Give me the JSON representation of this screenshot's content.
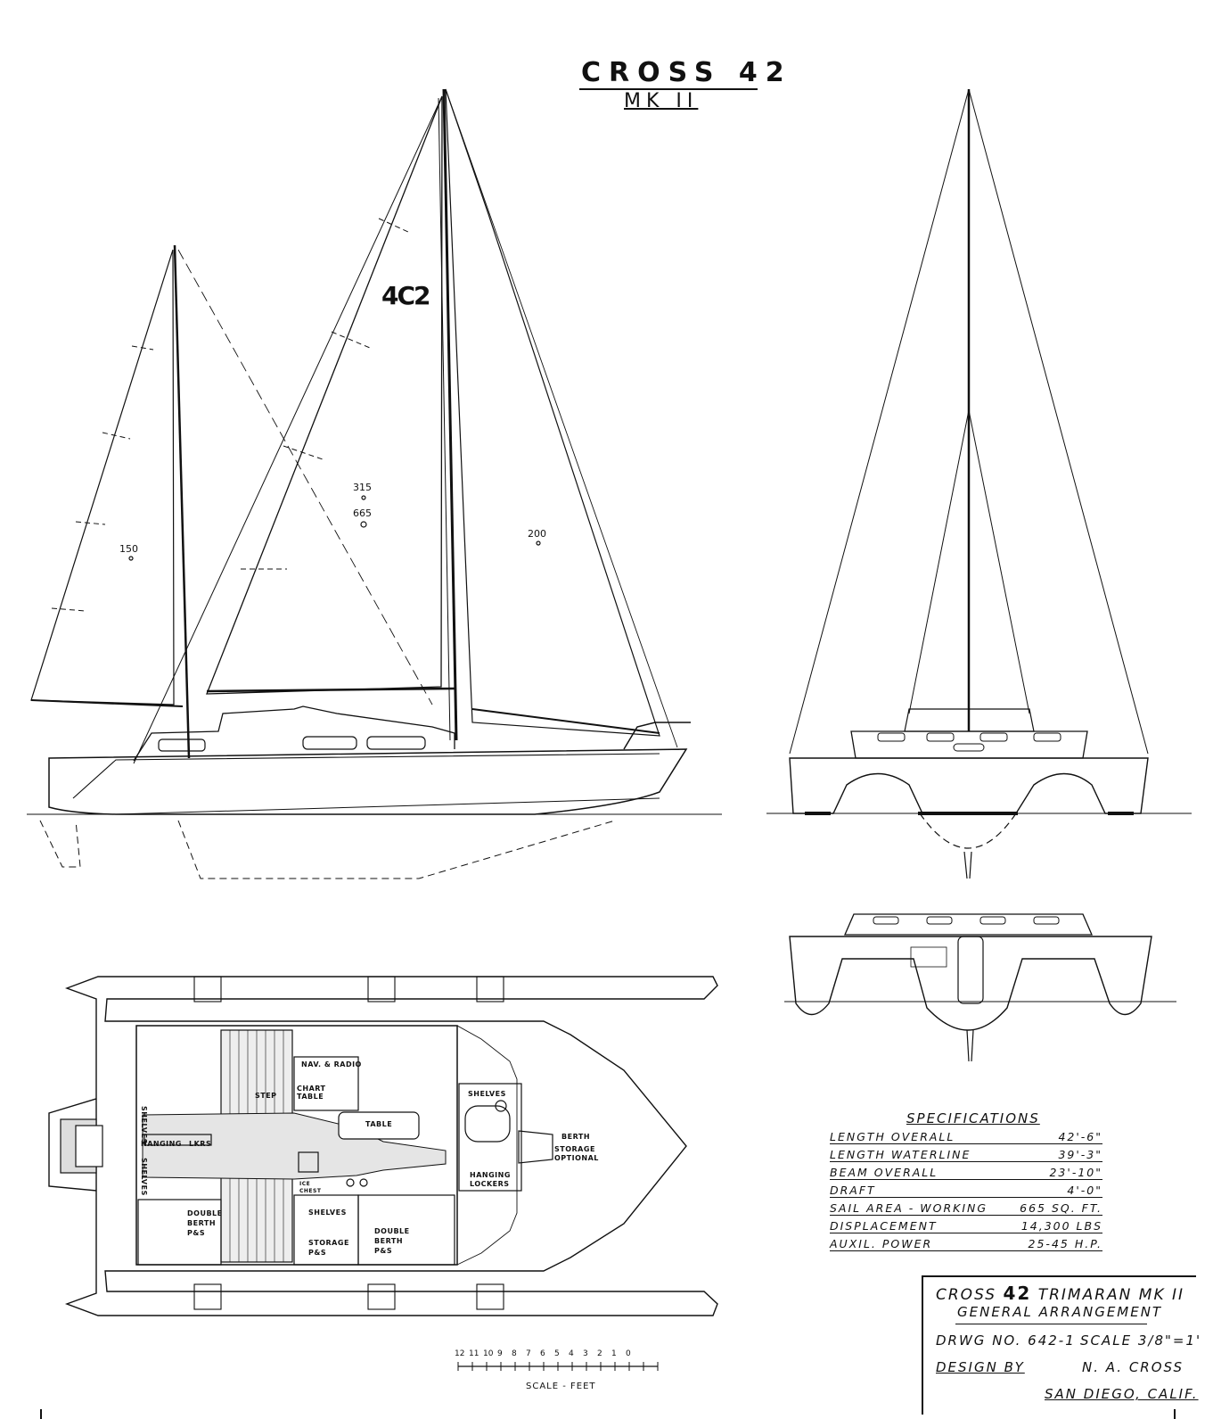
{
  "title": {
    "name": "CROSS 42",
    "mark": "MK II"
  },
  "sail_insignia": "4C2",
  "sail_areas": [
    "315",
    "665",
    "150",
    "200"
  ],
  "specifications": {
    "heading": "SPECIFICATIONS",
    "rows": [
      {
        "label": "LENGTH OVERALL",
        "value": "42'-6\""
      },
      {
        "label": "LENGTH WATERLINE",
        "value": "39'-3\""
      },
      {
        "label": "BEAM OVERALL",
        "value": "23'-10\""
      },
      {
        "label": "DRAFT",
        "value": "4'-0\""
      },
      {
        "label": "SAIL AREA - WORKING",
        "value": "665 SQ. FT."
      },
      {
        "label": "DISPLACEMENT",
        "value": "14,300 LBS"
      },
      {
        "label": "AUXIL. POWER",
        "value": "25-45 H.P."
      }
    ]
  },
  "title_block": {
    "prefix": "CROSS",
    "number": "42",
    "suffix": "TRIMARAN MK II",
    "subtitle": "GENERAL ARRANGEMENT",
    "drawing_no": "DRWG NO. 642-1",
    "scale": "SCALE 3/8\"=1'",
    "design_by_label": "DESIGN BY",
    "designer": "N. A. CROSS",
    "location": "SAN DIEGO, CALIF."
  },
  "cabin_labels": {
    "nav_radio": "NAV. & RADIO",
    "chart_table": "CHART TABLE",
    "step": "STEP",
    "table": "TABLE",
    "shelves_head": "SHELVES",
    "shelves_port": "SHELVES",
    "shelves_stbd": "SHELVES",
    "shelves_mid": "SHELVES",
    "hanging": "HANGING",
    "lkrs": "LKRS",
    "ice_chest": "ICE CHEST",
    "berth": "BERTH",
    "storage_optional": "STORAGE OPTIONAL",
    "hanging_lockers": "HANGING LOCKERS",
    "double_berth_aft": "DOUBLE BERTH P&S",
    "double_berth_fwd": "DOUBLE BERTH P&S",
    "storage": "STORAGE P&S"
  },
  "scale_bar": {
    "ticks": [
      "12",
      "11",
      "10",
      "9",
      "8",
      "7",
      "6",
      "5",
      "4",
      "3",
      "2",
      "1",
      "0"
    ],
    "label": "SCALE - FEET"
  }
}
